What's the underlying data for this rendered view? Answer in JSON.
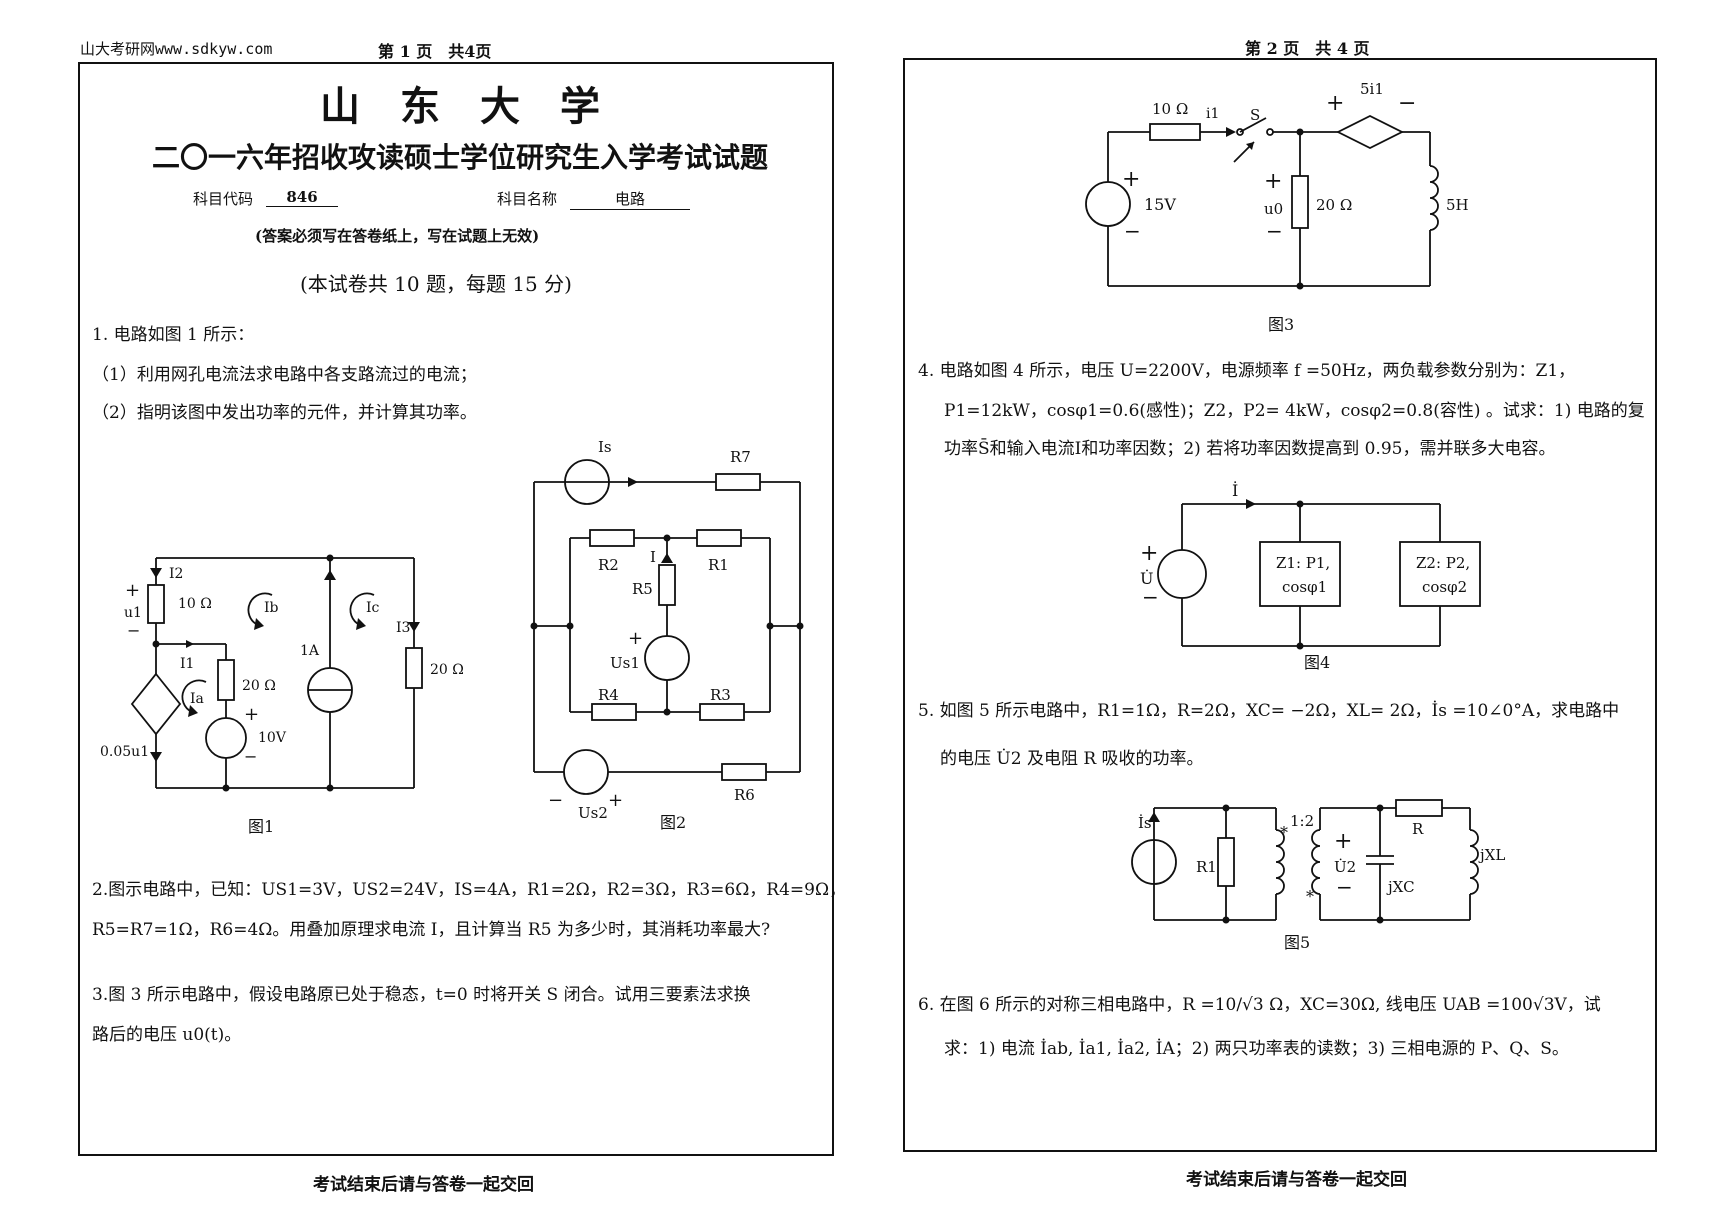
{
  "header": {
    "site": "山大考研网www.sdkyw.com",
    "page1": "第 1 页　共4页",
    "page2": "第 2 页　共 4 页"
  },
  "page1": {
    "university": "山　东　大　学",
    "exam_title": "二〇一六年招收攻读硕士学位研究生入学考试试题",
    "code_label": "科目代码",
    "code_value": "846",
    "subject_label": "科目名称",
    "subject_value": "电路",
    "notice": "(答案必须写在答卷纸上，写在试题上无效)",
    "scoring": "(本试卷共 10 题，每题 15 分)",
    "q1_line1": "1.  电路如图 1 所示：",
    "q1_line2": "（1）利用网孔电流法求电路中各支路流过的电流；",
    "q1_line3": "（2）指明该图中发出功率的元件，并计算其功率。",
    "q2_line1": "2.图示电路中，已知：US1=3V，US2=24V，IS=4A，R1=2Ω，R2=3Ω，R3=6Ω，R4=9Ω，",
    "q2_line2": "R5=R7=1Ω，R6=4Ω。用叠加原理求电流 I，且计算当 R5 为多少时，其消耗功率最大?",
    "q3_line1": "3.图 3 所示电路中，假设电路原已处于稳态，t=0 时将开关 S 闭合。试用三要素法求换",
    "q3_line2": "路后的电压 u0(t)。",
    "footer": "考试结束后请与答卷一起交回"
  },
  "fig1": {
    "caption": "图1",
    "plus": "+",
    "minus": "−",
    "u1": "u1",
    "I2": "I2",
    "r10": "10 Ω",
    "Ib": "Ib",
    "Ic": "Ic",
    "I3": "I3",
    "I1": "I1",
    "r20a": "20 Ω",
    "r20b": "20 Ω",
    "Ia": "Ia",
    "cs1A": "1A",
    "v10": "10V",
    "dep": "0.05u1"
  },
  "fig2": {
    "caption": "图2",
    "Is": "Is",
    "R7": "R7",
    "R2": "R2",
    "I": "I",
    "R1": "R1",
    "R5": "R5",
    "Us1": "Us1",
    "R4": "R4",
    "R3": "R3",
    "R6": "R6",
    "Us2": "Us2",
    "plus": "+",
    "minus": "−"
  },
  "fig3": {
    "caption": "图3",
    "r10": "10 Ω",
    "i1": "i1",
    "S": "S",
    "dep": "5i1",
    "plus": "+",
    "minus": "−",
    "v15": "15V",
    "u0": "u0",
    "r20": "20 Ω",
    "L": "5H"
  },
  "page2": {
    "q4_line1": "4. 电路如图 4 所示，电压 U=2200V，电源频率 f =50Hz，两负载参数分别为：Z1，",
    "q4_line2": "P1=12kW，cosφ1=0.6(感性)；Z2，P2= 4kW，cosφ2=0.8(容性) 。试求：1) 电路的复",
    "q4_line3": "功率S̄和输入电流I和功率因数；2) 若将功率因数提高到 0.95，需并联多大电容。",
    "q5_line1": "5. 如图 5 所示电路中，R1=1Ω，R=2Ω，XC= −2Ω，XL= 2Ω，İs =10∠0°A，求电路中",
    "q5_line2": "的电压 U̇2 及电阻 R 吸收的功率。",
    "q6_line1": "6. 在图 6 所示的对称三相电路中，R =10/√3 Ω，XC=30Ω, 线电压 UAB =100√3V，试",
    "q6_line2": "求：1) 电流 İab, İa1, İa2, İA；2) 两只功率表的读数；3) 三相电源的 P、Q、S。",
    "footer": "考试结束后请与答卷一起交回"
  },
  "fig4": {
    "caption": "图4",
    "I": "İ",
    "U": "U̇",
    "plus": "+",
    "minus": "−",
    "z1a": "Z1: P1,",
    "z1b": "cosφ1",
    "z2a": "Z2: P2,",
    "z2b": "cosφ2"
  },
  "fig5": {
    "caption": "图5",
    "Is": "İs",
    "R1": "R1",
    "ratio": "1:2",
    "star": "*",
    "U2": "U̇2",
    "plus": "+",
    "minus": "−",
    "jXC": "jXC",
    "R": "R",
    "jXL": "jXL"
  }
}
